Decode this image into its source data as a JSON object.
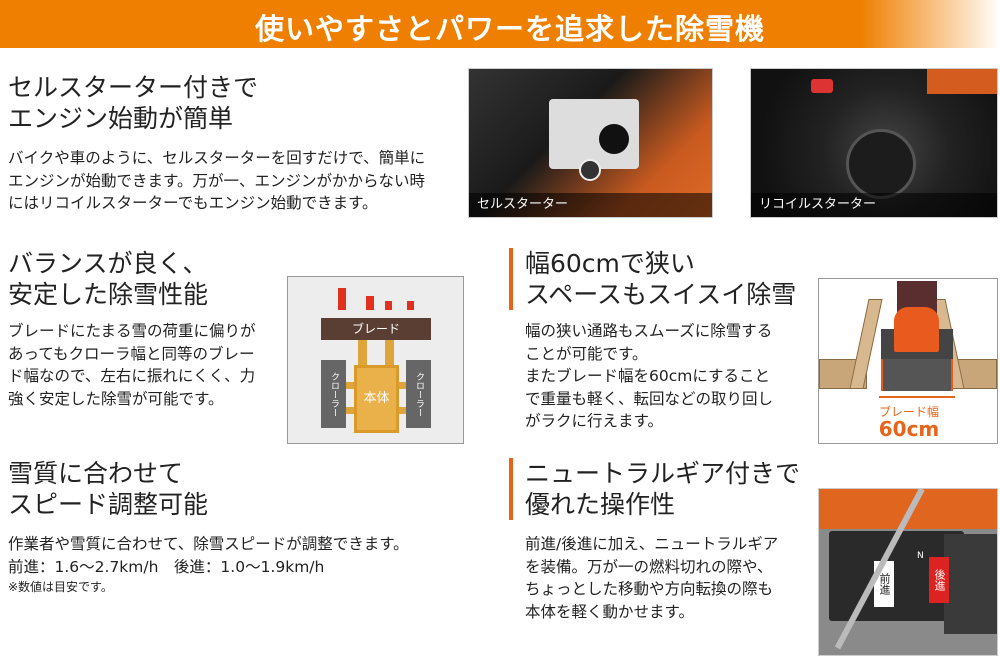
{
  "banner": {
    "title": "使いやすさとパワーを追求した除雪機"
  },
  "sections": [
    {
      "heading": [
        "セルスターター付きで",
        "エンジン始動が簡単"
      ],
      "body": [
        "バイクや車のように、セルスターターを回すだけで、簡単に",
        "エンジンが始動できます。万が一、エンジンがかからない時",
        "にはリコイルスターターでもエンジン始動できます。"
      ],
      "photos": [
        {
          "caption": "セルスターター"
        },
        {
          "caption": "リコイルスターター"
        }
      ]
    },
    {
      "heading": [
        "バランスが良く、",
        "安定した除雪性能"
      ],
      "body": [
        "ブレードにたまる雪の荷重に偏りが",
        "あってもクローラ幅と同等のブレー",
        "ド幅なので、左右に振れにくく、力",
        "強く安定した除雪が可能です。"
      ],
      "diagram": {
        "blade": "ブレード",
        "body": "本体",
        "crawler": "クローラー"
      }
    },
    {
      "heading": [
        "幅60cmで狭い",
        "スペースもスイスイ除雪"
      ],
      "body": [
        "幅の狭い通路もスムーズに除雪する",
        "ことが可能です。",
        "またブレード幅を60cmにすること",
        "で重量も軽く、転回などの取り回し",
        "がラクに行えます。"
      ],
      "diagram": {
        "label": "ブレード幅",
        "value": "60cm"
      }
    },
    {
      "heading": [
        "雪質に合わせて",
        "スピード調整可能"
      ],
      "body": [
        "作業者や雪質に合わせて、除雪スピードが調整できます。",
        "前進：1.6〜2.7km/h　後進：1.0〜1.9km/h"
      ],
      "note": "※数値は目安です。"
    },
    {
      "heading": [
        "ニュートラルギア付きで",
        "優れた操作性"
      ],
      "body": [
        "前進/後進に加え、ニュートラルギア",
        "を装備。万が一の燃料切れの際や、",
        "ちょっとした移動や方向転換の際も",
        "本体を軽く動かせます。"
      ],
      "photo": {
        "forward": "前進",
        "reverse": "後進",
        "neutral": "N"
      }
    }
  ],
  "colors": {
    "accent": "#ee7f00",
    "bar": "#e8641b"
  }
}
